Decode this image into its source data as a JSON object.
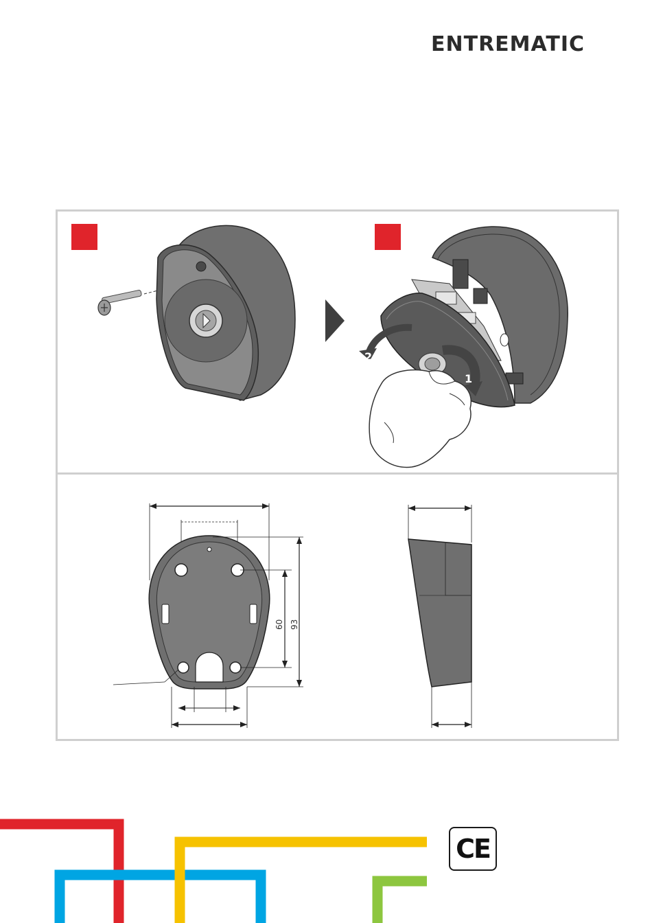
{
  "brand": {
    "logo_text": "ENTREMATIC",
    "accent_red": "#e0242b",
    "accent_yellow": "#f6c200",
    "accent_blue": "#00a5e3",
    "accent_green": "#8dc63f"
  },
  "steps": {
    "arrow_label_1": "1",
    "arrow_label_2": "2"
  },
  "dimensions": {
    "height_inner": "60",
    "height_outer": "93"
  },
  "certification": {
    "mark": "CE"
  }
}
